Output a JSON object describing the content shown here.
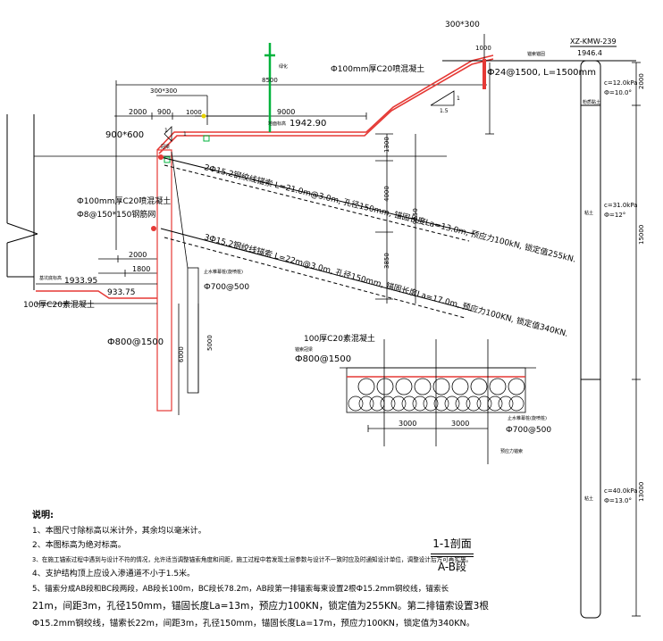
{
  "drawing": {
    "top_beam": "300*300",
    "borehole_id": "XZ-KMW-239",
    "borehole_elev": "1946.4",
    "top_text_1": "1000",
    "anchor_small": "锚索锚固",
    "pile_top": "Ф24@1500, L=1500mm",
    "slope_concrete": "Ф100mm厚C20喷混凝土",
    "dim_8500": "8500",
    "label_tree": "绿化",
    "beam_300": "300*300",
    "dim_2000a": "2000",
    "dim_900": "900",
    "dim_1000": "1000",
    "dim_9000": "9000",
    "elev_top": "1942.90",
    "elev_label": "地面标高",
    "slope_ratio": "1.5",
    "slope_one": "1",
    "beam_900": "900*600",
    "beam_suffix": "冠梁",
    "dim_1300": "1300",
    "anchor1": "2Ф15.2钢绞线锚索 L=21.0m@3.0m, 孔径150mm, 锚固长度La=13.0m, 预应力100kN, 锁定值255kN.",
    "dim_4000": "4000",
    "dim_9150": "9150",
    "shotcrete": "Ф100mm厚C20喷混凝土",
    "mesh": "Ф8@150*150钢筋网",
    "anchor2": "3Ф15.2钢绞线锚索 L=22m@3.0m, 孔径150mm, 锚固长度La=17.0m, 预应力100KN, 锁定值340KN.",
    "dim_3850": "3850",
    "dim_2000b": "2000",
    "dim_1800": "1800",
    "elev_1933": "1933.95",
    "elev_1933_label": "基坑底标高",
    "elev_933": "933.75",
    "floor_conc": "100厚C20素混凝土",
    "pile_label_small": "止水帷幕桩(旋喷桩)",
    "pile_700_label": "Ф700@500",
    "pile_800_label": "Ф800@1500",
    "dim_6000": "6000",
    "dim_5000": "5000",
    "plan_top": "100厚C20素混凝土",
    "plan_beam": "锚索冠梁",
    "plan_800": "Ф800@1500",
    "plan_3000a": "3000",
    "plan_3000b": "3000",
    "plan_700_small": "止水帷幕桩(旋喷桩)",
    "plan_700": "Ф700@500",
    "plan_anchor": "预应力锚索",
    "layer1_c": "c=12.0kPa",
    "layer1_phi": "Ф=10.0°",
    "layer1_name": "粉质黏土",
    "layer1_thk": "2000",
    "layer2_c": "c=31.0kPa",
    "layer2_phi": "Ф=12°",
    "layer2_name": "粘土",
    "layer2_thk": "15000",
    "layer3_c": "c=40.0kPa",
    "layer3_phi": "Ф=13.0°",
    "layer3_name": "粘土",
    "layer3_thk": "13000",
    "section_mark": "1",
    "arrow_1": "1"
  },
  "notes": {
    "title": "说明:",
    "line1": "1、本图尺寸除标高以米计外，其余均以毫米计。",
    "line2": "2、本图标高为绝对标高。",
    "line3": "3、在施工锚索过程中遇到与设计不符的情况，允许适当调整锚索角度和间距，施工过程中若发现土层参数与设计不一致时应及时通知设计单位，调整设计后方可再实施。",
    "line4": "4、支护结构顶上应设入渗通道不小于1.5米。",
    "line5a": "5、锚索分成AB段和BC段两段，AB段长100m，BC段长78.2m，AB段第一排锚索每束设置2根Ф15.2mm钢绞线，锚索长",
    "line5b": "21m，间距3m，孔径150mm，锚固长度La=13m，预应力100KN，锁定值为255KN。第二排锚索设置3根",
    "line5c": "Ф15.2mm钢绞线，锚索长22m，间距3m，孔径150mm，锚固长度La=17m，预应力100KN，锁定值为340KN。"
  },
  "section": {
    "top": "1-1剖面",
    "bottom": "A-B段"
  }
}
